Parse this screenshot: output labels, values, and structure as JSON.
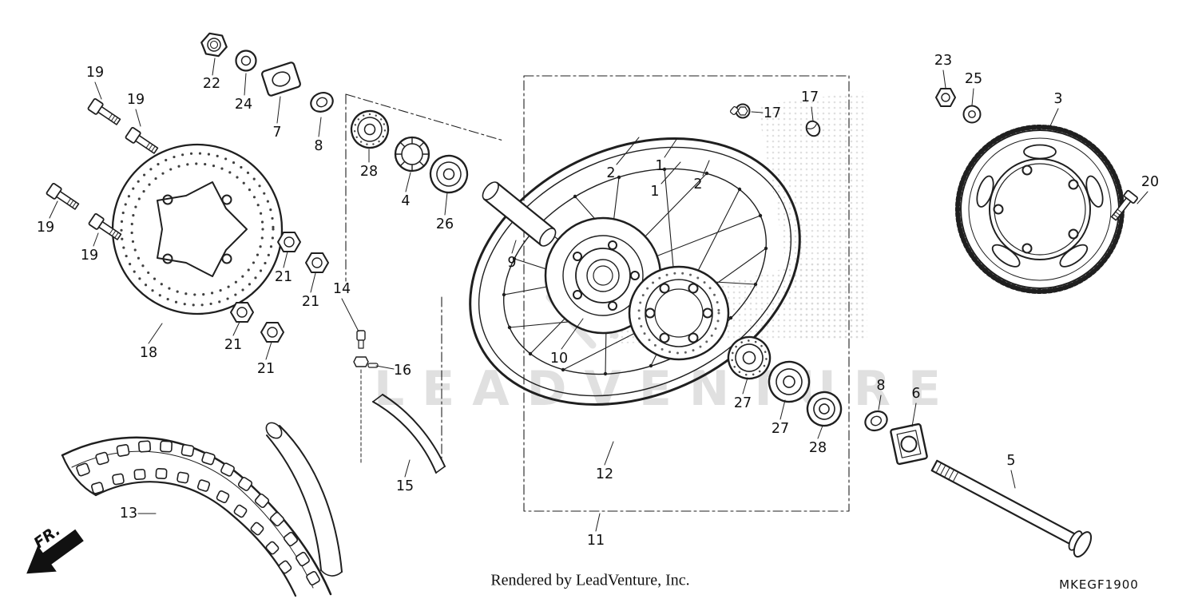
{
  "page": {
    "background": "#ffffff",
    "line_color": "#1f1f1f"
  },
  "watermark": {
    "text": "LEADVENTURE"
  },
  "footer": {
    "credit": "Rendered by LeadVenture, Inc.",
    "diagram_code": "MKEGF1900"
  },
  "orientation": {
    "front_label": "FR."
  },
  "callouts": [
    {
      "n": "19"
    },
    {
      "n": "19"
    },
    {
      "n": "22"
    },
    {
      "n": "24"
    },
    {
      "n": "7"
    },
    {
      "n": "8"
    },
    {
      "n": "28"
    },
    {
      "n": "4"
    },
    {
      "n": "26"
    },
    {
      "n": "9"
    },
    {
      "n": "2"
    },
    {
      "n": "1"
    },
    {
      "n": "1"
    },
    {
      "n": "2"
    },
    {
      "n": "17"
    },
    {
      "n": "17"
    },
    {
      "n": "23"
    },
    {
      "n": "25"
    },
    {
      "n": "3"
    },
    {
      "n": "20"
    },
    {
      "n": "19"
    },
    {
      "n": "19"
    },
    {
      "n": "21"
    },
    {
      "n": "21"
    },
    {
      "n": "21"
    },
    {
      "n": "21"
    },
    {
      "n": "14"
    },
    {
      "n": "18"
    },
    {
      "n": "16"
    },
    {
      "n": "10"
    },
    {
      "n": "27"
    },
    {
      "n": "27"
    },
    {
      "n": "28"
    },
    {
      "n": "8"
    },
    {
      "n": "6"
    },
    {
      "n": "5"
    },
    {
      "n": "12"
    },
    {
      "n": "15"
    },
    {
      "n": "13"
    },
    {
      "n": "11"
    }
  ]
}
